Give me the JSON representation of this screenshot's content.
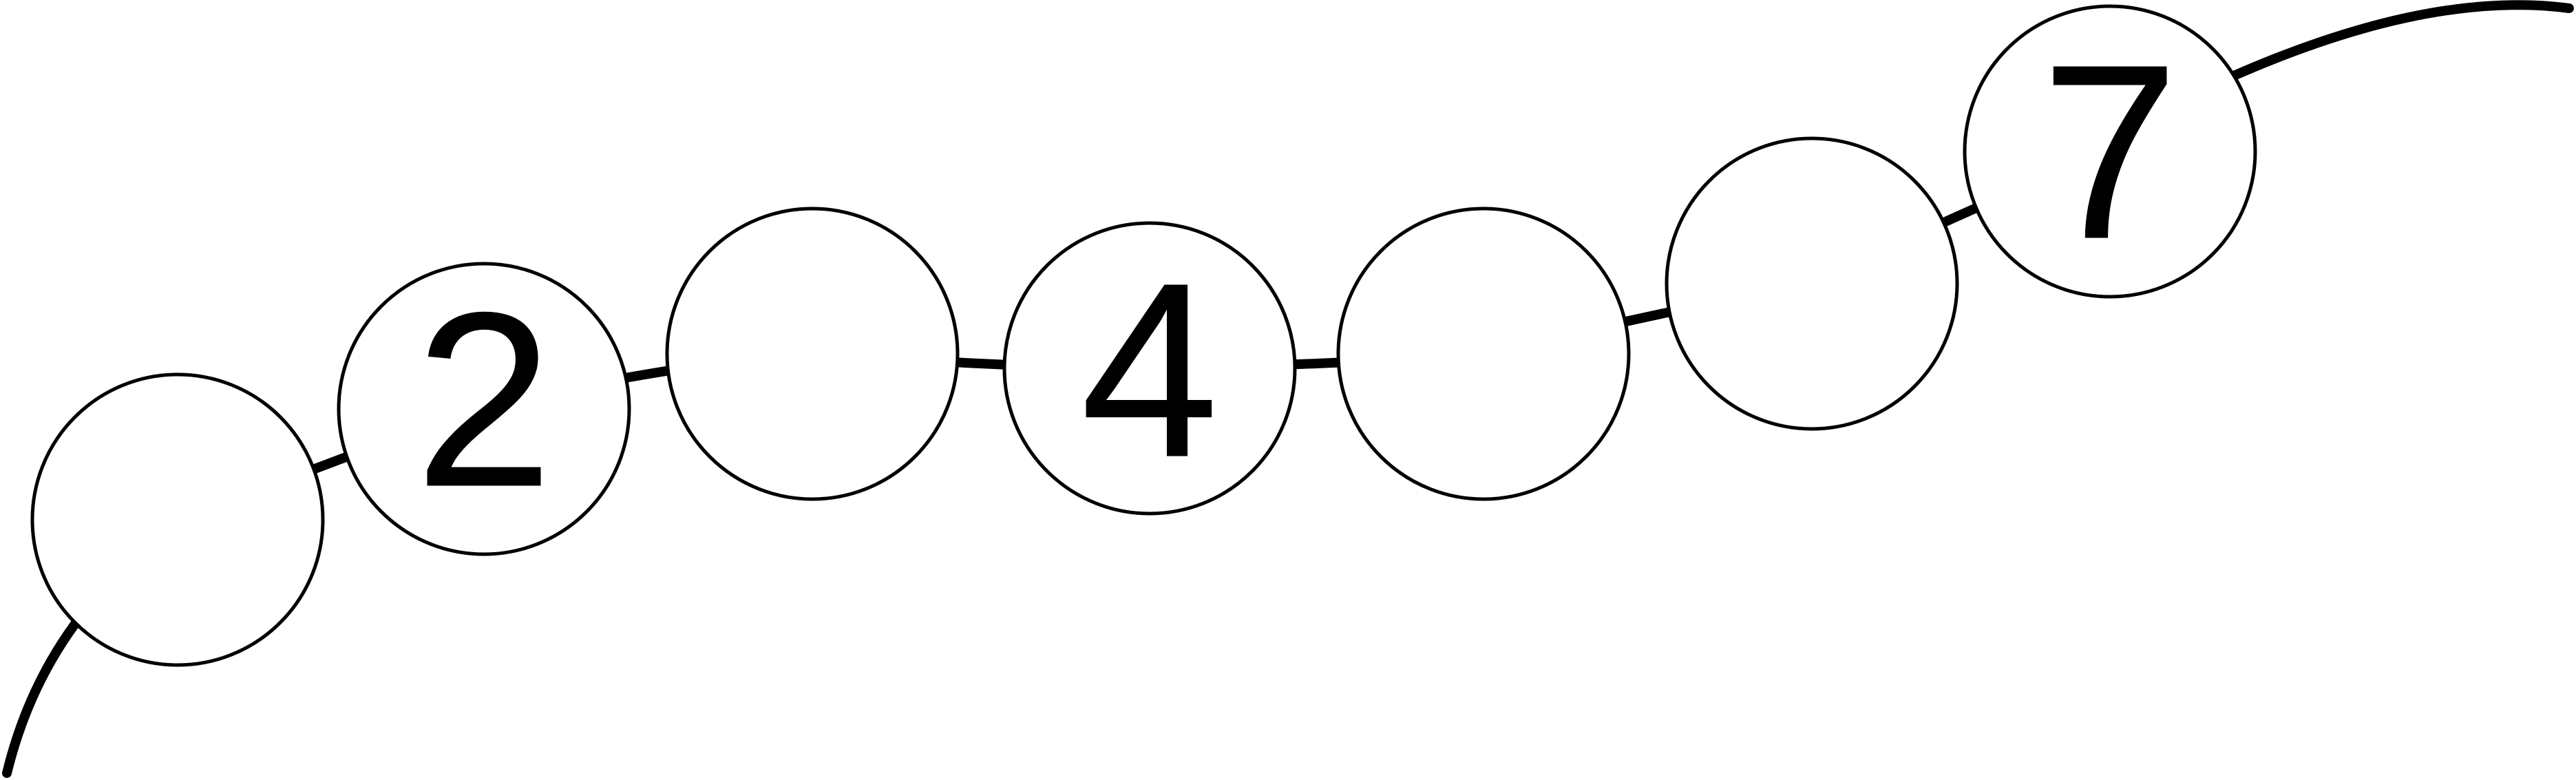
{
  "beads": [
    {
      "label": ""
    },
    {
      "label": "2"
    },
    {
      "label": ""
    },
    {
      "label": "4"
    },
    {
      "label": ""
    },
    {
      "label": ""
    },
    {
      "label": "7"
    }
  ],
  "colors": {
    "stroke": "#000000",
    "fill": "#ffffff"
  }
}
